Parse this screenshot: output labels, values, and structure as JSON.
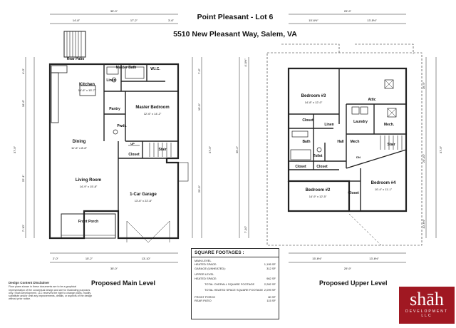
{
  "header": {
    "title": "Point Pleasant - Lot 6",
    "address": "5510 New Pleasant Way, Salem, VA"
  },
  "main_level": {
    "caption": "Proposed Main Level",
    "rooms": [
      {
        "name": "Rear Patio",
        "dims": ""
      },
      {
        "name": "Kitchen",
        "dims": "14'-6\" x 15'-7\""
      },
      {
        "name": "Master Bath",
        "dims": ""
      },
      {
        "name": "W.I.C.",
        "dims": ""
      },
      {
        "name": "Linen",
        "dims": ""
      },
      {
        "name": "Pantry",
        "dims": ""
      },
      {
        "name": "Master Bedroom",
        "dims": "12'-6\" x 14'-2\""
      },
      {
        "name": "Pwdr.",
        "dims": ""
      },
      {
        "name": "Dining",
        "dims": "11'-6\" x 8'-8\""
      },
      {
        "name": "UP",
        "dims": ""
      },
      {
        "name": "Closet",
        "dims": ""
      },
      {
        "name": "Stair",
        "dims": ""
      },
      {
        "name": "Living Room",
        "dims": "14'-9\" x 15'-8\""
      },
      {
        "name": "1-Car Garage",
        "dims": "13'-6\" x 22'-8\""
      },
      {
        "name": "Front Porch",
        "dims": ""
      }
    ],
    "dims": [
      "35'-0\"",
      "14'-8\"",
      "17'-2\"",
      "3'-6\"",
      "35'-0\"",
      "2'-0\"",
      "15'-2\"",
      "13'-10\"",
      "4'-0\"",
      "16'-6\"",
      "37'-9\"",
      "22'-1\"",
      "7'-10\"",
      "7'-6\"",
      "15'-9\"",
      "29'-9\"",
      "37'-9\""
    ]
  },
  "upper_level": {
    "caption": "Proposed Upper Level",
    "rooms": [
      {
        "name": "Bedroom #3",
        "dims": "14'-8\" x 12'-0\""
      },
      {
        "name": "Attic",
        "dims": ""
      },
      {
        "name": "Closet",
        "dims": ""
      },
      {
        "name": "Linen",
        "dims": ""
      },
      {
        "name": "Laundry",
        "dims": ""
      },
      {
        "name": "Mech.",
        "dims": ""
      },
      {
        "name": "Bath",
        "dims": ""
      },
      {
        "name": "Hall",
        "dims": ""
      },
      {
        "name": "Mech",
        "dims": ""
      },
      {
        "name": "Stair",
        "dims": ""
      },
      {
        "name": "Toilet",
        "dims": ""
      },
      {
        "name": "DN",
        "dims": ""
      },
      {
        "name": "Closet",
        "dims": ""
      },
      {
        "name": "Closet",
        "dims": ""
      },
      {
        "name": "Bedroom #2",
        "dims": "14'-9\" x 12'-5\""
      },
      {
        "name": "Closet",
        "dims": ""
      },
      {
        "name": "Bedroom #4",
        "dims": "10'-4\" x 11'-1\""
      }
    ],
    "dims": [
      "29'-9\"",
      "15'-6½\"",
      "13'-5½\"",
      "4'-0½\"",
      "36'-2\"",
      "7'-10\"",
      "16'-9\"",
      "20'-10\"",
      "10'-6½\"",
      "37'-9\"",
      "15'-6½\"",
      "13'-6½\"",
      "29'-9\""
    ]
  },
  "square_footages": {
    "title": "SQUARE FOOTAGES :",
    "rows": [
      {
        "label": "MAIN LEVEL",
        "value": ""
      },
      {
        "label": "HEATED SPACE:",
        "value": "1,195 SF"
      },
      {
        "label": "GARAGE (UNHEATED):",
        "value": "312 SF"
      },
      {
        "label": "UPPER LEVEL",
        "value": ""
      },
      {
        "label": "HEATED SPACE:",
        "value": "962 SF"
      },
      {
        "label": "TOTAL OVERALL SQUARE FOOTAGE",
        "value": "2,282 SF"
      },
      {
        "label": "TOTAL HEATED SPACE SQUARE FOOTAGE",
        "value": "2,099 SF"
      },
      {
        "label": "FRONT PORCH",
        "value": "80 SF"
      },
      {
        "label": "REAR PATIO",
        "value": "115 SF"
      }
    ]
  },
  "disclaimer": {
    "title": "Design Content Disclaimer",
    "text": "Floor plans shown in these documents are to be a graphical representation of the conceptual design and are for illustrating purposes only. Shah Development, LLC reserves the right to change plans, modify, substitute and/or omit any improvements, details, or aspects of the design without prior notice."
  },
  "logo": {
    "mark": "shāh",
    "sub": "DEVELOPMENT LLC"
  },
  "colors": {
    "line": "#222222",
    "logo_bg": "#a01822"
  }
}
